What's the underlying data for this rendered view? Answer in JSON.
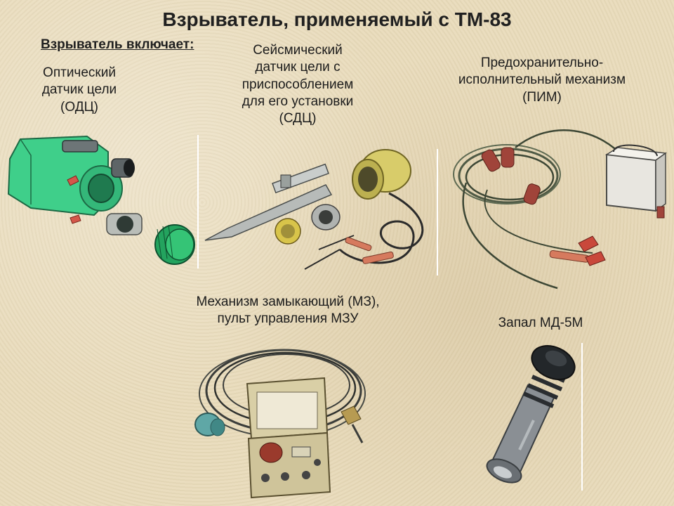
{
  "title": "Взрыватель, применяемый с ТМ-83",
  "subtitle": "Взрыватель включает:",
  "components": [
    {
      "lines": [
        "Оптический",
        "датчик цели",
        "(ОДЦ)"
      ]
    },
    {
      "lines": [
        "Сейсмический",
        "датчик цели с",
        "приспособлением",
        "для его установки",
        "(СДЦ)"
      ]
    },
    {
      "lines": [
        "Предохранительно-",
        "исполнительный механизм",
        "(ПИМ)"
      ]
    },
    {
      "lines": [
        "Механизм замыкающий (МЗ),",
        "пульт управления МЗУ"
      ]
    },
    {
      "lines": [
        "Запал МД-5М"
      ]
    }
  ],
  "colors": {
    "background": "#e9dcbc",
    "odc_green": "#3fcf8a",
    "sdc_yellow": "#d8cc6a",
    "pim_box": "#e8e6e0",
    "wire_red": "#a0443a",
    "fuse_grey": "#8a8f94"
  }
}
